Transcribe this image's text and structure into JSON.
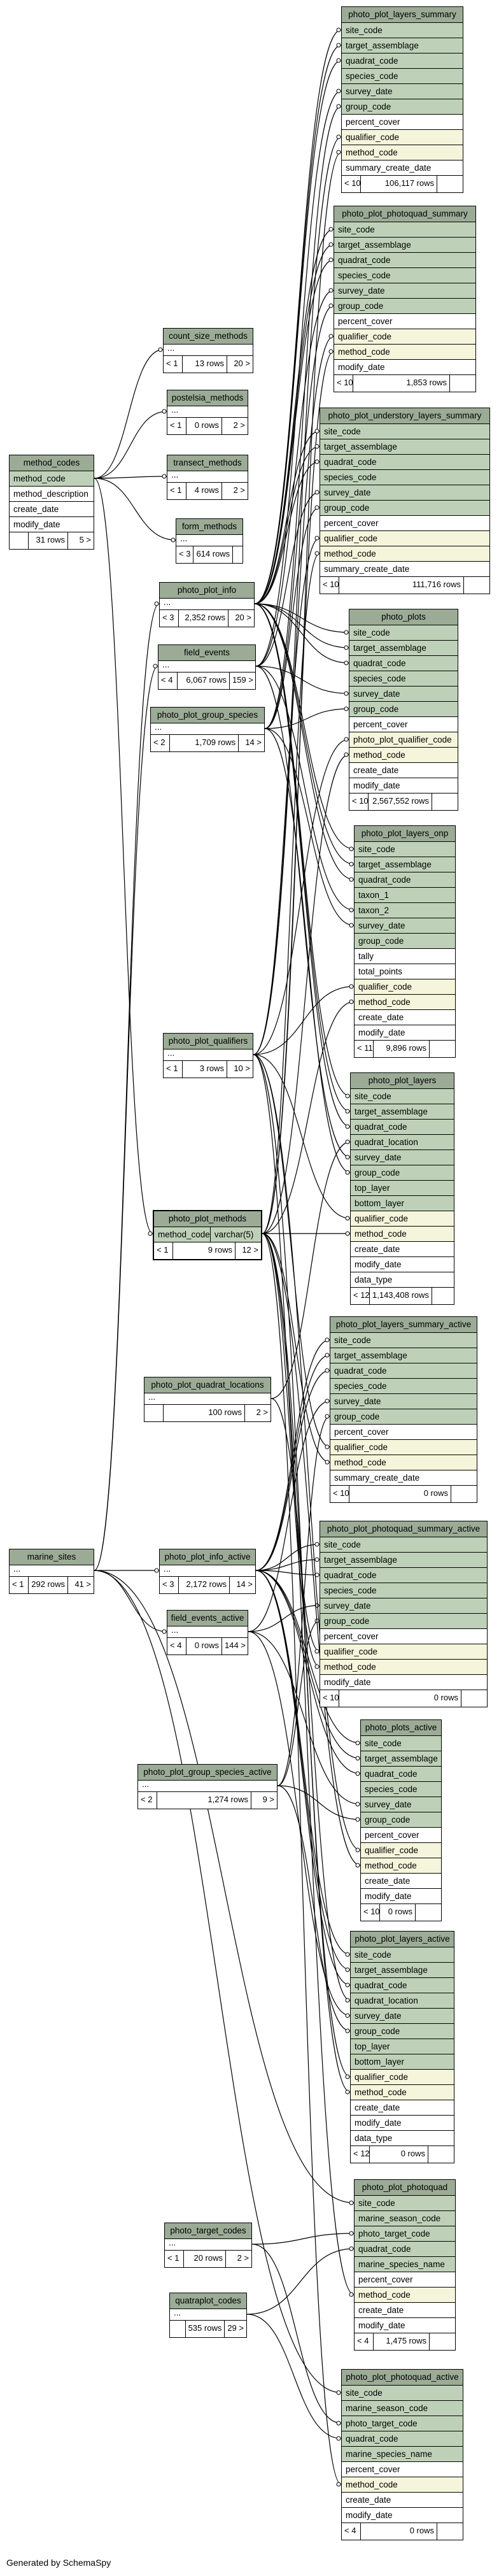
{
  "generator": "Generated by SchemaSpy",
  "colors": {
    "header": "#9bab96",
    "key": "#bed1b8",
    "indexed": "#f5f5dc",
    "plain": "#ffffff"
  },
  "tables": [
    {
      "name": "photo_plot_layers_summary",
      "columns": [
        "site_code",
        "target_assemblage",
        "quadrat_code",
        "species_code",
        "survey_date",
        "group_code",
        "percent_cover",
        "qualifier_code",
        "method_code",
        "summary_create_date"
      ],
      "kinds": [
        "key",
        "key",
        "key",
        "key",
        "key",
        "key",
        "pl",
        "idx",
        "idx",
        "pl"
      ],
      "footer": [
        "< 10",
        "106,117 rows",
        ""
      ]
    },
    {
      "name": "photo_plot_photoquad_summary",
      "columns": [
        "site_code",
        "target_assemblage",
        "quadrat_code",
        "species_code",
        "survey_date",
        "group_code",
        "percent_cover",
        "qualifier_code",
        "method_code",
        "modify_date"
      ],
      "kinds": [
        "key",
        "key",
        "key",
        "key",
        "key",
        "key",
        "pl",
        "idx",
        "idx",
        "pl"
      ],
      "footer": [
        "< 10",
        "1,853 rows",
        ""
      ]
    },
    {
      "name": "photo_plot_understory_layers_summary",
      "columns": [
        "site_code",
        "target_assemblage",
        "quadrat_code",
        "species_code",
        "survey_date",
        "group_code",
        "percent_cover",
        "qualifier_code",
        "method_code",
        "summary_create_date"
      ],
      "kinds": [
        "key",
        "key",
        "key",
        "key",
        "key",
        "key",
        "pl",
        "idx",
        "idx",
        "pl"
      ],
      "footer": [
        "< 10",
        "111,716 rows",
        ""
      ]
    },
    {
      "name": "photo_plots",
      "columns": [
        "site_code",
        "target_assemblage",
        "quadrat_code",
        "species_code",
        "survey_date",
        "group_code",
        "percent_cover",
        "photo_plot_qualifier_code",
        "method_code",
        "create_date",
        "modify_date"
      ],
      "kinds": [
        "key",
        "key",
        "key",
        "key",
        "key",
        "key",
        "pl",
        "idx",
        "idx",
        "pl",
        "pl"
      ],
      "footer": [
        "< 10",
        "2,567,552 rows",
        ""
      ]
    },
    {
      "name": "photo_plot_layers_onp",
      "columns": [
        "site_code",
        "target_assemblage",
        "quadrat_code",
        "taxon_1",
        "taxon_2",
        "survey_date",
        "group_code",
        "tally",
        "total_points",
        "qualifier_code",
        "method_code",
        "create_date",
        "modify_date"
      ],
      "kinds": [
        "key",
        "key",
        "key",
        "key",
        "key",
        "key",
        "key",
        "pl",
        "pl",
        "idx",
        "idx",
        "pl",
        "pl"
      ],
      "footer": [
        "< 11",
        "9,896 rows",
        ""
      ]
    },
    {
      "name": "photo_plot_layers",
      "columns": [
        "site_code",
        "target_assemblage",
        "quadrat_code",
        "quadrat_location",
        "survey_date",
        "group_code",
        "top_layer",
        "bottom_layer",
        "qualifier_code",
        "method_code",
        "create_date",
        "modify_date",
        "data_type"
      ],
      "kinds": [
        "key",
        "key",
        "key",
        "key",
        "key",
        "key",
        "key",
        "key",
        "idx",
        "idx",
        "pl",
        "pl",
        "pl"
      ],
      "footer": [
        "< 12",
        "1,143,408 rows",
        ""
      ]
    },
    {
      "name": "photo_plot_layers_summary_active",
      "columns": [
        "site_code",
        "target_assemblage",
        "quadrat_code",
        "species_code",
        "survey_date",
        "group_code",
        "percent_cover",
        "qualifier_code",
        "method_code",
        "summary_create_date"
      ],
      "kinds": [
        "key",
        "key",
        "key",
        "key",
        "key",
        "key",
        "pl",
        "idx",
        "idx",
        "pl"
      ],
      "footer": [
        "< 10",
        "0 rows",
        ""
      ]
    },
    {
      "name": "photo_plot_photoquad_summary_active",
      "columns": [
        "site_code",
        "target_assemblage",
        "quadrat_code",
        "species_code",
        "survey_date",
        "group_code",
        "percent_cover",
        "qualifier_code",
        "method_code",
        "modify_date"
      ],
      "kinds": [
        "key",
        "key",
        "key",
        "key",
        "key",
        "key",
        "pl",
        "idx",
        "idx",
        "pl"
      ],
      "footer": [
        "< 10",
        "0 rows",
        ""
      ]
    },
    {
      "name": "photo_plots_active",
      "columns": [
        "site_code",
        "target_assemblage",
        "quadrat_code",
        "species_code",
        "survey_date",
        "group_code",
        "percent_cover",
        "qualifier_code",
        "method_code",
        "create_date",
        "modify_date"
      ],
      "kinds": [
        "key",
        "key",
        "key",
        "key",
        "key",
        "key",
        "pl",
        "idx",
        "idx",
        "pl",
        "pl"
      ],
      "footer": [
        "< 10",
        "0 rows",
        ""
      ]
    },
    {
      "name": "photo_plot_layers_active",
      "columns": [
        "site_code",
        "target_assemblage",
        "quadrat_code",
        "quadrat_location",
        "survey_date",
        "group_code",
        "top_layer",
        "bottom_layer",
        "qualifier_code",
        "method_code",
        "create_date",
        "modify_date",
        "data_type"
      ],
      "kinds": [
        "key",
        "key",
        "key",
        "key",
        "key",
        "key",
        "key",
        "key",
        "idx",
        "idx",
        "pl",
        "pl",
        "pl"
      ],
      "footer": [
        "< 12",
        "0 rows",
        ""
      ]
    },
    {
      "name": "photo_plot_photoquad",
      "columns": [
        "site_code",
        "marine_season_code",
        "photo_target_code",
        "quadrat_code",
        "marine_species_name",
        "percent_cover",
        "method_code",
        "create_date",
        "modify_date"
      ],
      "kinds": [
        "key",
        "key",
        "key",
        "key",
        "key",
        "pl",
        "idx",
        "pl",
        "pl"
      ],
      "footer": [
        "< 4",
        "1,475 rows",
        ""
      ]
    },
    {
      "name": "photo_plot_photoquad_active",
      "columns": [
        "site_code",
        "marine_season_code",
        "photo_target_code",
        "quadrat_code",
        "marine_species_name",
        "percent_cover",
        "method_code",
        "create_date",
        "modify_date"
      ],
      "kinds": [
        "key",
        "key",
        "key",
        "key",
        "key",
        "pl",
        "idx",
        "pl",
        "pl"
      ],
      "footer": [
        "< 4",
        "0 rows",
        ""
      ]
    },
    {
      "name": "count_size_methods",
      "columns": [
        "..."
      ],
      "kinds": [
        "dots"
      ],
      "footer": [
        "< 1",
        "13 rows",
        "20 >"
      ]
    },
    {
      "name": "postelsia_methods",
      "columns": [
        "..."
      ],
      "kinds": [
        "dots"
      ],
      "footer": [
        "< 1",
        "0 rows",
        "2 >"
      ]
    },
    {
      "name": "transect_methods",
      "columns": [
        "..."
      ],
      "kinds": [
        "dots"
      ],
      "footer": [
        "< 1",
        "4 rows",
        "2 >"
      ]
    },
    {
      "name": "form_methods",
      "columns": [
        "..."
      ],
      "kinds": [
        "dots"
      ],
      "footer": [
        "< 3",
        "614 rows",
        ""
      ]
    },
    {
      "name": "method_codes",
      "columns": [
        "method_code",
        "method_description",
        "create_date",
        "modify_date"
      ],
      "kinds": [
        "key",
        "pl",
        "pl",
        "pl"
      ],
      "footer": [
        "",
        "31 rows",
        "5 >"
      ]
    },
    {
      "name": "photo_plot_info",
      "columns": [
        "..."
      ],
      "kinds": [
        "dots"
      ],
      "footer": [
        "< 3",
        "2,352 rows",
        "20 >"
      ]
    },
    {
      "name": "field_events",
      "columns": [
        "..."
      ],
      "kinds": [
        "dots"
      ],
      "footer": [
        "< 4",
        "6,067 rows",
        "159 >"
      ]
    },
    {
      "name": "photo_plot_group_species",
      "columns": [
        "..."
      ],
      "kinds": [
        "dots"
      ],
      "footer": [
        "< 2",
        "1,709 rows",
        "14 >"
      ]
    },
    {
      "name": "photo_plot_qualifiers",
      "columns": [
        "..."
      ],
      "kinds": [
        "dots"
      ],
      "footer": [
        "< 1",
        "3 rows",
        "10 >"
      ]
    },
    {
      "name": "photo_plot_methods",
      "columns": [
        "method_code"
      ],
      "kinds": [
        "split"
      ],
      "coltype": "varchar(5)",
      "footer": [
        "< 1",
        "9 rows",
        "12 >"
      ]
    },
    {
      "name": "photo_plot_quadrat_locations",
      "columns": [
        "..."
      ],
      "kinds": [
        "dots"
      ],
      "footer": [
        "",
        "100 rows",
        "2 >"
      ]
    },
    {
      "name": "marine_sites",
      "columns": [
        "..."
      ],
      "kinds": [
        "dots"
      ],
      "footer": [
        "< 1",
        "292 rows",
        "41 >"
      ]
    },
    {
      "name": "photo_plot_info_active",
      "columns": [
        "..."
      ],
      "kinds": [
        "dots"
      ],
      "footer": [
        "< 3",
        "2,172 rows",
        "14 >"
      ]
    },
    {
      "name": "field_events_active",
      "columns": [
        "..."
      ],
      "kinds": [
        "dots"
      ],
      "footer": [
        "< 4",
        "0 rows",
        "144 >"
      ]
    },
    {
      "name": "photo_plot_group_species_active",
      "columns": [
        "..."
      ],
      "kinds": [
        "dots"
      ],
      "footer": [
        "< 2",
        "1,274 rows",
        "9 >"
      ]
    },
    {
      "name": "photo_target_codes",
      "columns": [
        "..."
      ],
      "kinds": [
        "dots"
      ],
      "footer": [
        "< 1",
        "20 rows",
        "2 >"
      ]
    },
    {
      "name": "quatraplot_codes",
      "columns": [
        "..."
      ],
      "kinds": [
        "dots"
      ],
      "footer": [
        "",
        "535 rows",
        "29 >"
      ]
    }
  ]
}
